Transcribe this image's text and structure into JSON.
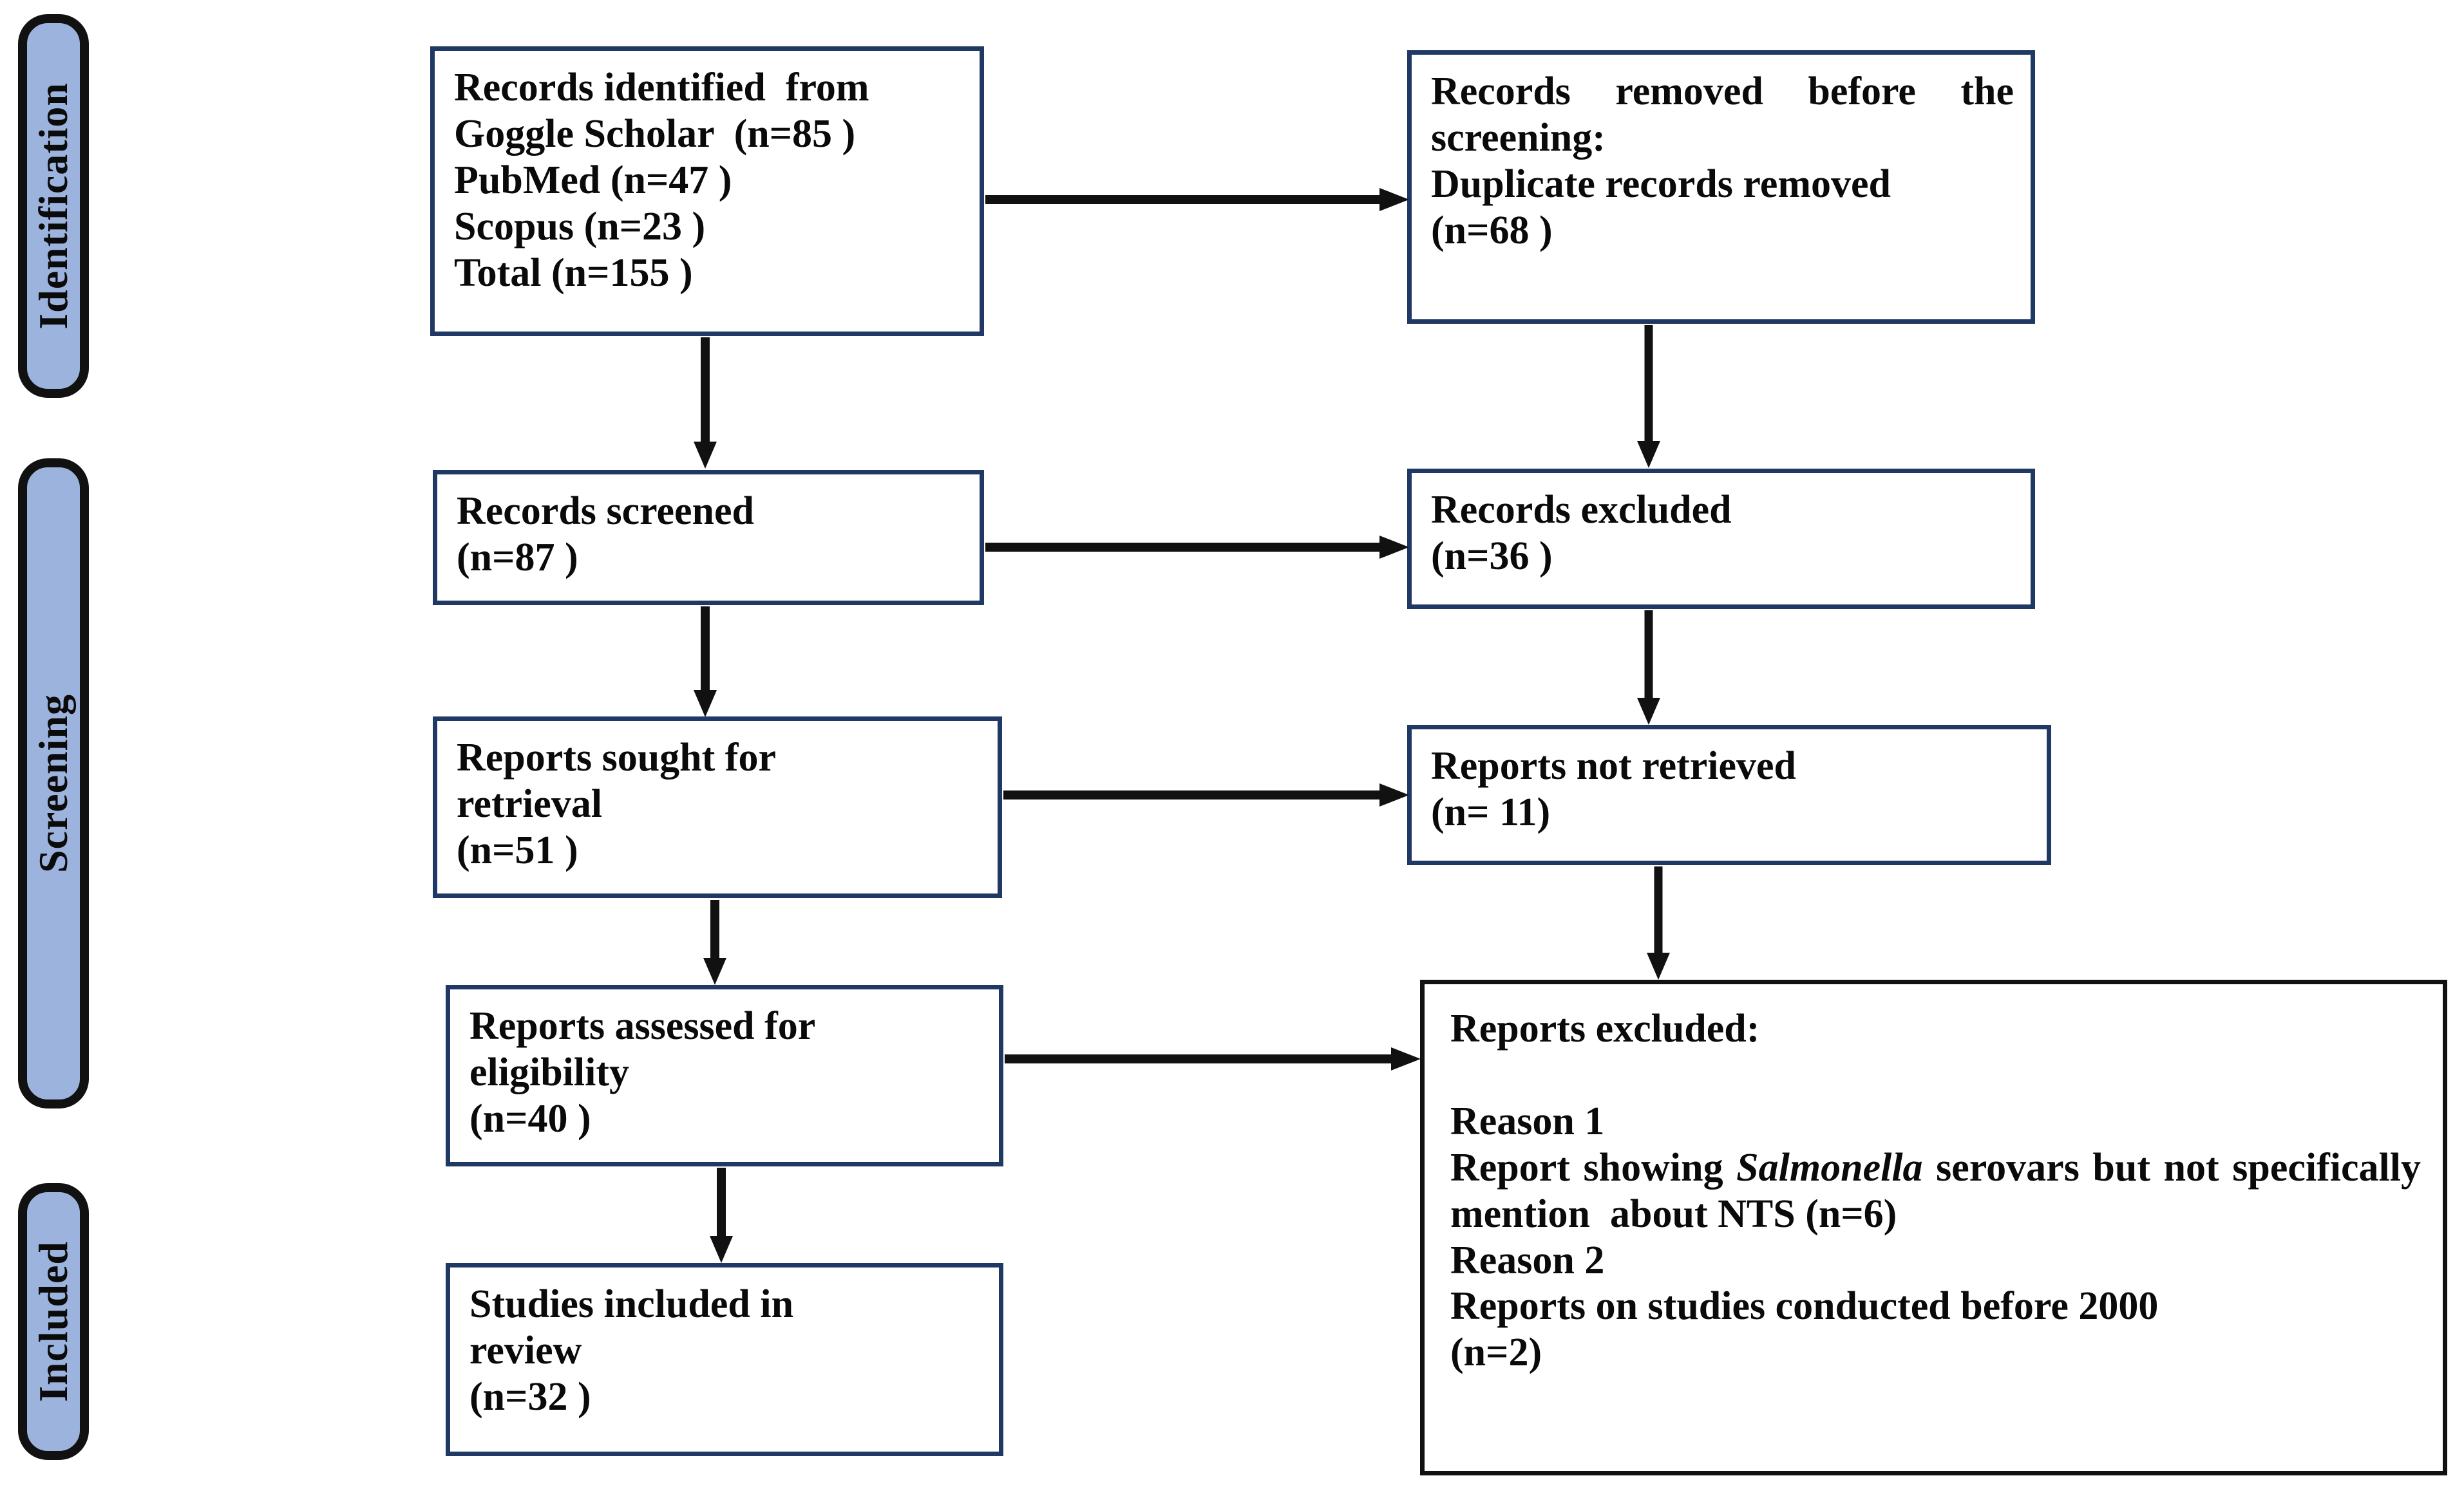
{
  "diagram": {
    "title": "PRISMA flow diagram",
    "accent_blue_fill": "#9CB3DE",
    "box_border_navy": "#1F3864",
    "box_border_black": "#111111",
    "arrow_color": "#111111",
    "background": "#FFFFFF"
  },
  "phases": [
    {
      "id": "identification",
      "label": "Identification"
    },
    {
      "id": "screening",
      "label": "Screening"
    },
    {
      "id": "included",
      "label": "Included"
    }
  ],
  "boxes": {
    "records_identified": {
      "lines": "Records identified  from\nGoggle Scholar  (n=85 )\nPubMed (n=47 )\nScopus (n=23 )\nTotal (n=155 )"
    },
    "records_removed": {
      "line1": "Records removed before the screening:",
      "line2": "Duplicate records removed",
      "line3": "(n=68 )"
    },
    "records_screened": {
      "lines": "Records screened\n(n=87 )"
    },
    "records_excluded": {
      "lines": "Records excluded\n(n=36 )"
    },
    "reports_sought": {
      "lines": "Reports sought for\nretrieval\n(n=51 )"
    },
    "reports_not_retrieved": {
      "lines": "Reports not retrieved\n(n= 11)"
    },
    "reports_assessed": {
      "lines": "Reports assessed for\neligibility\n(n=40 )"
    },
    "reports_excluded": {
      "heading": "Reports excluded:",
      "reason1_label": "Reason 1",
      "reason1_pre": "Report showing ",
      "reason1_italic": "Salmonella",
      "reason1_post": " serovars but not specifically mention  about NTS (n=6)",
      "reason2_label": "Reason 2",
      "reason2_text": "Reports on studies conducted before 2000",
      "reason2_count": "(n=2)"
    },
    "studies_included": {
      "lines": "Studies included in\nreview\n(n=32 )"
    }
  },
  "connectors": [
    {
      "id": "identified-to-removed",
      "direction": "right"
    },
    {
      "id": "identified-to-screened",
      "direction": "down"
    },
    {
      "id": "removed-to-excluded",
      "direction": "down"
    },
    {
      "id": "screened-to-excluded",
      "direction": "right"
    },
    {
      "id": "screened-to-sought",
      "direction": "down"
    },
    {
      "id": "excluded-to-notretrieved",
      "direction": "down"
    },
    {
      "id": "sought-to-notretrieved",
      "direction": "right"
    },
    {
      "id": "sought-to-assessed",
      "direction": "down"
    },
    {
      "id": "notretrieved-to-reportsexcluded",
      "direction": "down"
    },
    {
      "id": "assessed-to-reportsexcluded",
      "direction": "right"
    },
    {
      "id": "assessed-to-included",
      "direction": "down"
    }
  ]
}
